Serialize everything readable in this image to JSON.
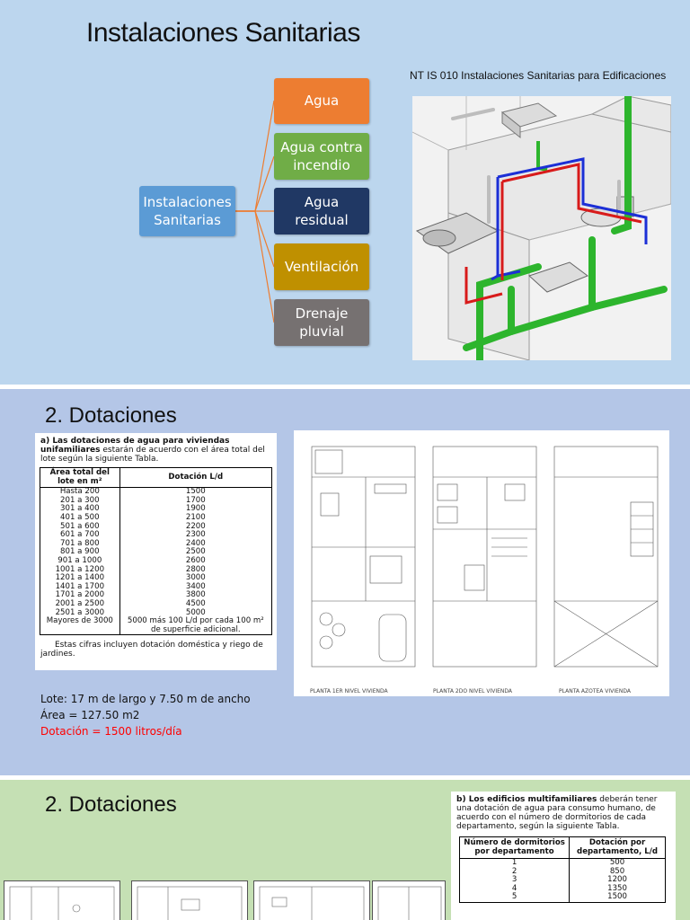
{
  "slide1": {
    "title": "Instalaciones Sanitarias",
    "reference": "NT IS 010 Instalaciones Sanitarias para Edificaciones",
    "diagram": {
      "root": "Instalaciones\nSanitarias",
      "children": [
        "Agua",
        "Agua contra\nincendio",
        "Agua\nresidual",
        "Ventilación",
        "Drenaje\npluvial"
      ]
    },
    "colors": {
      "root": "#5b9bd5",
      "agua": "#ed7d31",
      "incendio": "#70ad47",
      "residual": "#203864",
      "ventilacion": "#bf9000",
      "pluvial": "#767171"
    }
  },
  "slide2": {
    "title": "2. Dotaciones",
    "table": {
      "intro_bold": "a) Las dotaciones de agua para viviendas unifamiliares",
      "intro_rest": " estarán de acuerdo con el área total del lote según la siguiente Tabla.",
      "headers": [
        "Área total del lote en m²",
        "Dotación L/d"
      ],
      "rows": [
        [
          "Hasta 200",
          "1500"
        ],
        [
          "201 a 300",
          "1700"
        ],
        [
          "301 a 400",
          "1900"
        ],
        [
          "401 a 500",
          "2100"
        ],
        [
          "501 a 600",
          "2200"
        ],
        [
          "601 a 700",
          "2300"
        ],
        [
          "701 a 800",
          "2400"
        ],
        [
          "801 a 900",
          "2500"
        ],
        [
          "901 a 1000",
          "2600"
        ],
        [
          "1001 a 1200",
          "2800"
        ],
        [
          "1201 a 1400",
          "3000"
        ],
        [
          "1401 a 1700",
          "3400"
        ],
        [
          "1701 a 2000",
          "3800"
        ],
        [
          "2001 a 2500",
          "4500"
        ],
        [
          "2501 a 3000",
          "5000"
        ],
        [
          "Mayores de 3000",
          "5000 más 100 L/d por cada 100 m² de superficie adicional."
        ]
      ],
      "note": "Estas cifras incluyen dotación doméstica y riego de jardines."
    },
    "lote": "Lote: 17 m de largo y 7.50 m de ancho",
    "area": "Área = 127.50 m2",
    "dotacion": "Dotación = 1500 litros/día",
    "plans": [
      "PLANTA 1ER NIVEL VIVIENDA",
      "PLANTA 2DO NIVEL VIVIENDA",
      "PLANTA AZOTEA VIVIENDA"
    ]
  },
  "slide3": {
    "title": "2. Dotaciones",
    "table": {
      "intro_bold": "b) Los edificios multifamiliares",
      "intro_rest": " deberán tener una dotación de agua para consumo humano, de acuerdo con el número de dormitorios de cada departamento, según la siguiente Tabla.",
      "headers": [
        "Número de dormitorios por departamento",
        "Dotación por departamento, L/d"
      ],
      "rows": [
        [
          "1",
          "500"
        ],
        [
          "2",
          "850"
        ],
        [
          "3",
          "1200"
        ],
        [
          "4",
          "1350"
        ],
        [
          "5",
          "1500"
        ]
      ]
    }
  }
}
